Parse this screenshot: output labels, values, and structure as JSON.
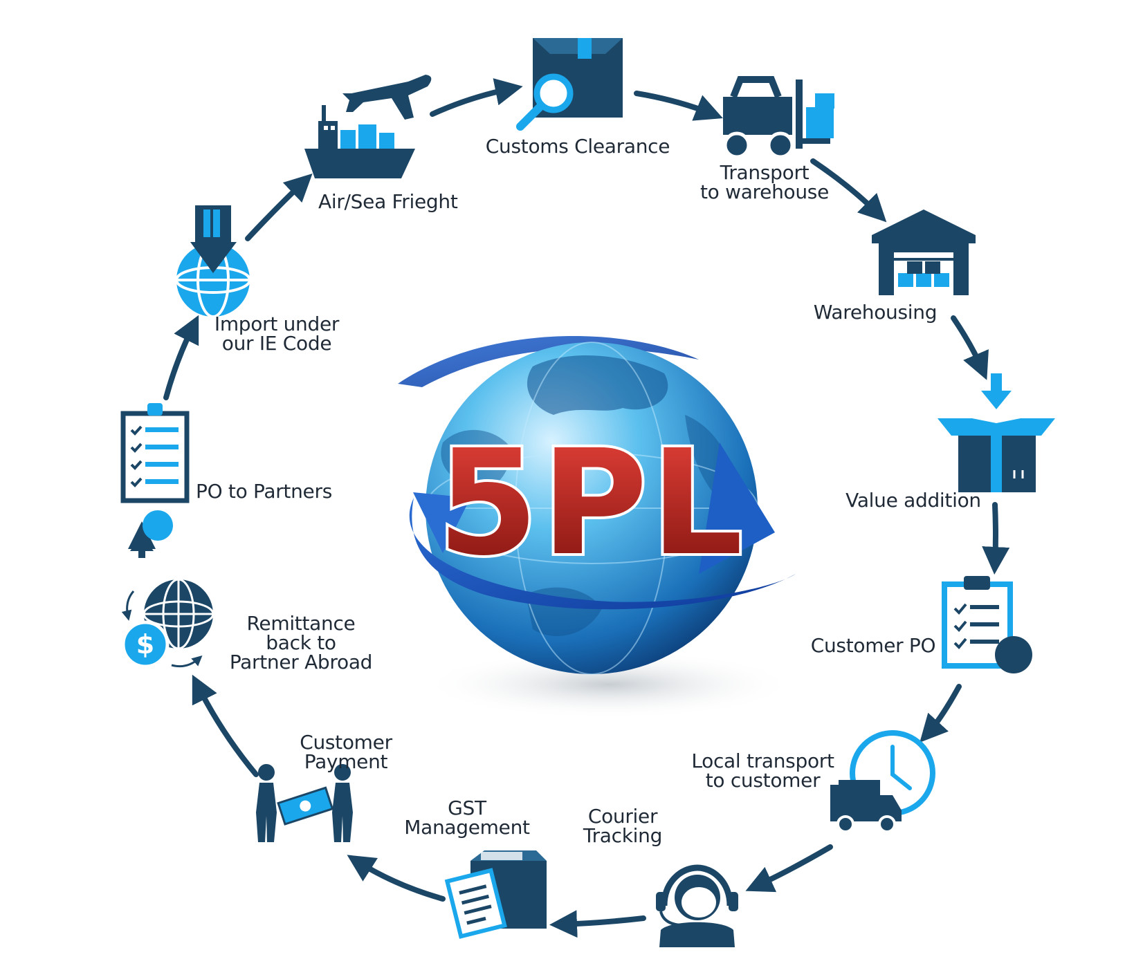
{
  "center": {
    "title": "5PL"
  },
  "colors": {
    "navy": "#1c4666",
    "sky": "#1aa7ec",
    "text": "#1f2a36",
    "logo_red": "#c0241e"
  },
  "steps": [
    {
      "id": "customs",
      "icon": "box-magnifier-icon",
      "lines": [
        "Customs Clearance"
      ]
    },
    {
      "id": "transport",
      "icon": "forklift-icon",
      "lines": [
        "Transport",
        "to warehouse"
      ]
    },
    {
      "id": "warehousing",
      "icon": "warehouse-icon",
      "lines": [
        "Warehousing"
      ]
    },
    {
      "id": "value",
      "icon": "open-box-icon",
      "lines": [
        "Value addition"
      ]
    },
    {
      "id": "customer_po",
      "icon": "clipboard-icon",
      "lines": [
        "Customer PO"
      ]
    },
    {
      "id": "local",
      "icon": "delivery-van-clock-icon",
      "lines": [
        "Local transport",
        "to customer"
      ]
    },
    {
      "id": "courier",
      "icon": "headset-agent-icon",
      "lines": [
        "Courier",
        "Tracking"
      ]
    },
    {
      "id": "gst",
      "icon": "box-document-icon",
      "lines": [
        "GST",
        "Management"
      ]
    },
    {
      "id": "payment",
      "icon": "people-handover-icon",
      "lines": [
        "Customer",
        "Payment"
      ]
    },
    {
      "id": "remittance",
      "icon": "globe-dollar-icon",
      "lines": [
        "Remittance",
        "back to",
        "Partner Abroad"
      ]
    },
    {
      "id": "po_partners",
      "icon": "checklist-icon",
      "lines": [
        "PO to Partners"
      ]
    },
    {
      "id": "import",
      "icon": "globe-download-icon",
      "lines": [
        "Import under",
        "our IE Code"
      ]
    },
    {
      "id": "freight",
      "icon": "plane-ship-icon",
      "lines": [
        "Air/Sea Frieght"
      ]
    }
  ]
}
